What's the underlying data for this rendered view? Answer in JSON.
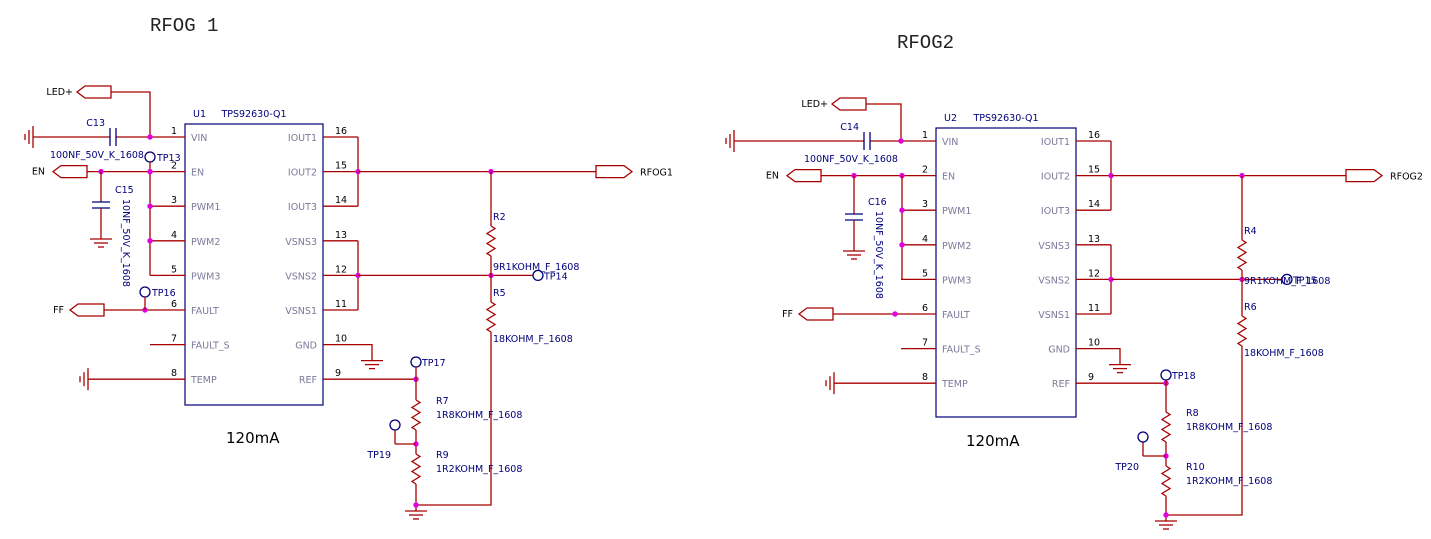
{
  "sections": [
    {
      "title": "RFOG 1",
      "ref": "U1",
      "part": "TPS92630-Q1",
      "current": "120mA",
      "left_pins": [
        {
          "num": "1",
          "name": "VIN"
        },
        {
          "num": "2",
          "name": "EN"
        },
        {
          "num": "3",
          "name": "PWM1"
        },
        {
          "num": "4",
          "name": "PWM2"
        },
        {
          "num": "5",
          "name": "PWM3"
        },
        {
          "num": "6",
          "name": "FAULT"
        },
        {
          "num": "7",
          "name": "FAULT_S"
        },
        {
          "num": "8",
          "name": "TEMP"
        }
      ],
      "right_pins": [
        {
          "num": "16",
          "name": "IOUT1"
        },
        {
          "num": "15",
          "name": "IOUT2"
        },
        {
          "num": "14",
          "name": "IOUT3"
        },
        {
          "num": "13",
          "name": "VSNS3"
        },
        {
          "num": "12",
          "name": "VSNS2"
        },
        {
          "num": "11",
          "name": "VSNS1"
        },
        {
          "num": "10",
          "name": "GND"
        },
        {
          "num": "9",
          "name": "REF"
        }
      ],
      "ports": {
        "led": "LED+",
        "en": "EN",
        "ff": "FF",
        "out": "RFOG1"
      },
      "cap_vin": {
        "ref": "C13",
        "value": "100NF_50V_K_1608"
      },
      "cap_en": {
        "ref": "C15",
        "value": "10NF_50V_K_1608"
      },
      "res_top": {
        "ref": "R2",
        "value": "9R1KOHM_F_1608"
      },
      "res_mid": {
        "ref": "R5",
        "value": "18KOHM_F_1608"
      },
      "res_ref1": {
        "ref": "R7",
        "value": "1R8KOHM_F_1608"
      },
      "res_ref2": {
        "ref": "R9",
        "value": "1R2KOHM_F_1608"
      },
      "tp_en": "TP13",
      "tp_sense": "TP14",
      "tp_fault": "TP16",
      "tp_ref": "TP17",
      "tp_mid": "TP19"
    },
    {
      "title": "RFOG2",
      "ref": "U2",
      "part": "TPS92630-Q1",
      "current": "120mA",
      "left_pins": [
        {
          "num": "1",
          "name": "VIN"
        },
        {
          "num": "2",
          "name": "EN"
        },
        {
          "num": "3",
          "name": "PWM1"
        },
        {
          "num": "4",
          "name": "PWM2"
        },
        {
          "num": "5",
          "name": "PWM3"
        },
        {
          "num": "6",
          "name": "FAULT"
        },
        {
          "num": "7",
          "name": "FAULT_S"
        },
        {
          "num": "8",
          "name": "TEMP"
        }
      ],
      "right_pins": [
        {
          "num": "16",
          "name": "IOUT1"
        },
        {
          "num": "15",
          "name": "IOUT2"
        },
        {
          "num": "14",
          "name": "IOUT3"
        },
        {
          "num": "13",
          "name": "VSNS3"
        },
        {
          "num": "12",
          "name": "VSNS2"
        },
        {
          "num": "11",
          "name": "VSNS1"
        },
        {
          "num": "10",
          "name": "GND"
        },
        {
          "num": "9",
          "name": "REF"
        }
      ],
      "ports": {
        "led": "LED+",
        "en": "EN",
        "ff": "FF",
        "out": "RFOG2"
      },
      "cap_vin": {
        "ref": "C14",
        "value": "100NF_50V_K_1608"
      },
      "cap_en": {
        "ref": "C16",
        "value": "10NF_50V_K_1608"
      },
      "res_top": {
        "ref": "R4",
        "value": "9R1KOHM_F_1608"
      },
      "res_mid": {
        "ref": "R6",
        "value": "18KOHM_F_1608"
      },
      "res_ref1": {
        "ref": "R8",
        "value": "1R8KOHM_F_1608"
      },
      "res_ref2": {
        "ref": "R10",
        "value": "1R2KOHM_F_1608"
      },
      "tp_en": "",
      "tp_sense": "TP15",
      "tp_fault": "",
      "tp_ref": "TP18",
      "tp_mid": "TP20"
    }
  ]
}
